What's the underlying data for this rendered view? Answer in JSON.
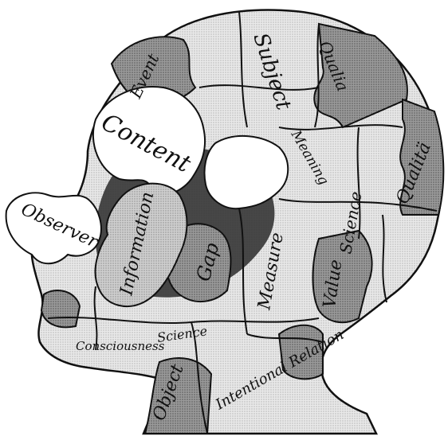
{
  "colors": {
    "ink": "#111111",
    "light_piece": "#e9e9e9",
    "mid_piece": "#c9c9c9",
    "dark_piece": "#8f8f8f",
    "background": "#ffffff"
  },
  "pieces": {
    "subject": "Subject",
    "qualia": "Qualia",
    "quality": "Qualitä",
    "event": "Event",
    "content": "Content",
    "meaning": "Meaning",
    "science_right": "Science",
    "observer": "Observer",
    "information": "Information",
    "gap": "Gap",
    "measure": "Measure",
    "value": "Value",
    "consciousness": "Consciousness",
    "science_left": "Science",
    "object": "Object",
    "intentional_relation": "Intentional Relation"
  },
  "labels_unclear": {
    "top_right_corner_piece": "",
    "upside_down_dark_piece": "",
    "upside_down_center_piece": ""
  }
}
